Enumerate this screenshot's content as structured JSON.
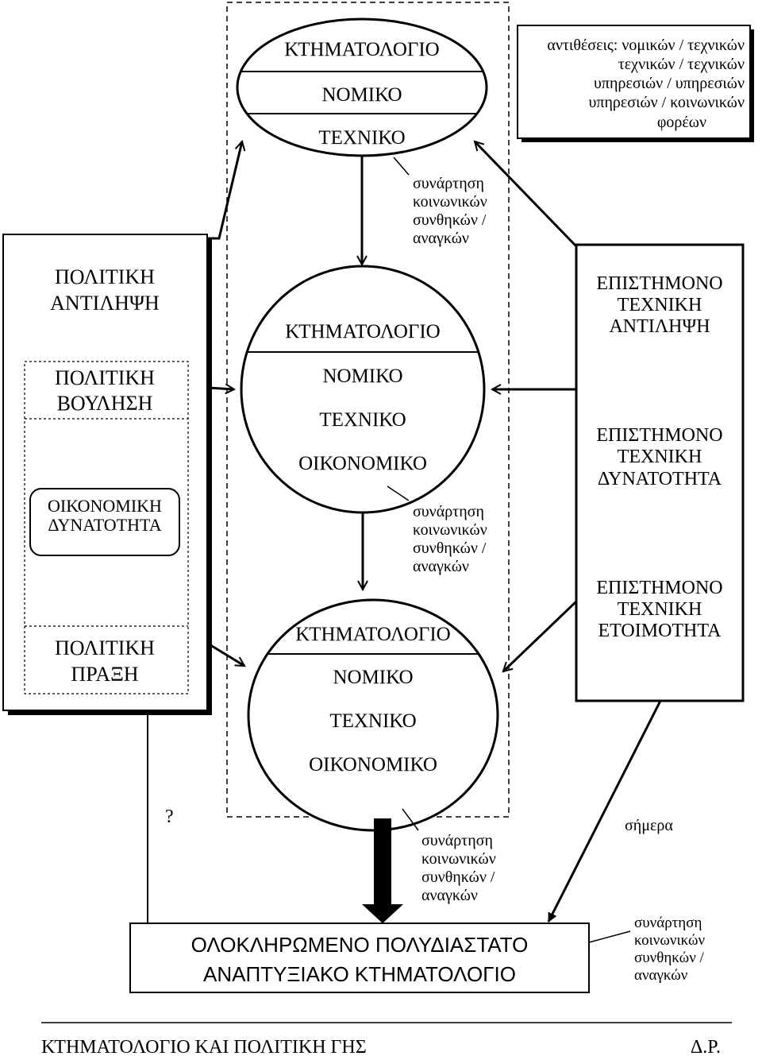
{
  "top_ellipse": {
    "rows": [
      "ΚΤΗΜΑΤΟΛΟΓΙΟ",
      "ΝΟΜΙΚΟ",
      "ΤΕΧΝΙΚΟ"
    ]
  },
  "middle_circle": {
    "rows": [
      "ΚΤΗΜΑΤΟΛΟΓΙΟ",
      "ΝΟΜΙΚΟ",
      "ΤΕΧΝΙΚΟ",
      "ΟΙΚΟΝΟΜΙΚΟ"
    ]
  },
  "bottom_circle": {
    "rows": [
      "ΚΤΗΜΑΤΟΛΟΓΙΟ",
      "ΝΟΜΙΚΟ",
      "ΤΕΧΝΙΚΟ",
      "ΟΙΚΟΝΟΜΙΚΟ"
    ]
  },
  "contradictions_box": {
    "lines": [
      "αντιθέσεις: νομικών / τεχνικών",
      "τεχνικών / τεχνικών",
      "υπηρεσιών / υπηρεσιών",
      "υπηρεσιών / κοινωνικών",
      "φορέων"
    ]
  },
  "dependency_note": {
    "lines": [
      "συνάρτηση",
      "κοινωνικών",
      "συνθηκών /",
      "αναγκών"
    ]
  },
  "political_box": {
    "perception": [
      "ΠΟΛΙΤΙΚΗ",
      "ΑΝΤΙΛΗΨΗ"
    ],
    "will": [
      "ΠΟΛΙΤΙΚΗ",
      "ΒΟΥΛΗΣΗ"
    ],
    "economic": [
      "ΟΙΚΟΝΟΜΙΚΗ",
      "ΔΥΝΑΤΟΤΗΤΑ"
    ],
    "action": [
      "ΠΟΛΙΤΙΚΗ",
      "ΠΡΑΞΗ"
    ]
  },
  "scientific_box": {
    "perception": [
      "ΕΠΙΣΤΗΜΟΝΟ",
      "ΤΕΧΝΙΚΗ",
      "ΑΝΤΙΛΗΨΗ"
    ],
    "capability": [
      "ΕΠΙΣΤΗΜΟΝΟ",
      "ΤΕΧΝΙΚΗ",
      "ΔΥΝΑΤΟΤΗΤΑ"
    ],
    "readiness": [
      "ΕΠΙΣΤΗΜΟΝΟ",
      "ΤΕΧΝΙΚΗ",
      "ΕΤΟΙΜΟΤΗΤΑ"
    ]
  },
  "question_mark": "?",
  "today_label": "σήμερα",
  "result_box": {
    "lines": [
      "ΟΛΟΚΛΗΡΩΜΕΝΟ ΠΟΛΥΔΙΑΣΤΑΤΟ",
      "ΑΝΑΠΤΥΞΙΑΚΟ ΚΤΗΜΑΤΟΛΟΓΙΟ"
    ]
  },
  "footer": {
    "left": "ΚΤΗΜΑΤΟΛΟΓΙΟ ΚΑΙ ΠΟΛΙΤΙΚΗ ΓΗΣ",
    "right": "Δ.Ρ."
  }
}
